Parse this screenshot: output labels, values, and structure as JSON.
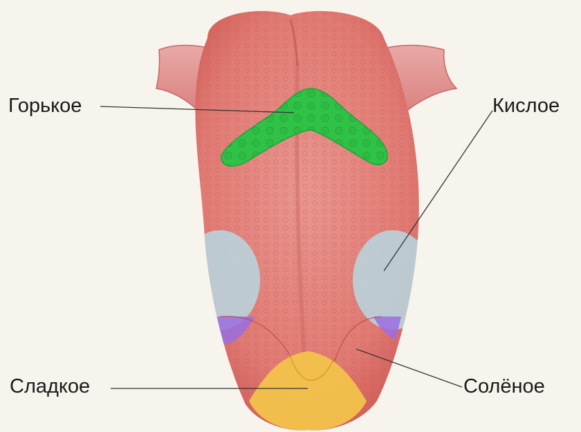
{
  "diagram": {
    "labels": {
      "bitter": "Горькое",
      "sour": "Кислое",
      "sweet": "Сладкое",
      "salty": "Солёное"
    },
    "colors": {
      "background": "#f6f4ec",
      "tongue": "#e07a73",
      "bitter_zone": "#2fc247",
      "sour_zone": "#b9d3dc",
      "sweet_zone": "#f3c44a",
      "overlap_zone": "#9a6ee0",
      "leader_line": "#333333"
    }
  }
}
